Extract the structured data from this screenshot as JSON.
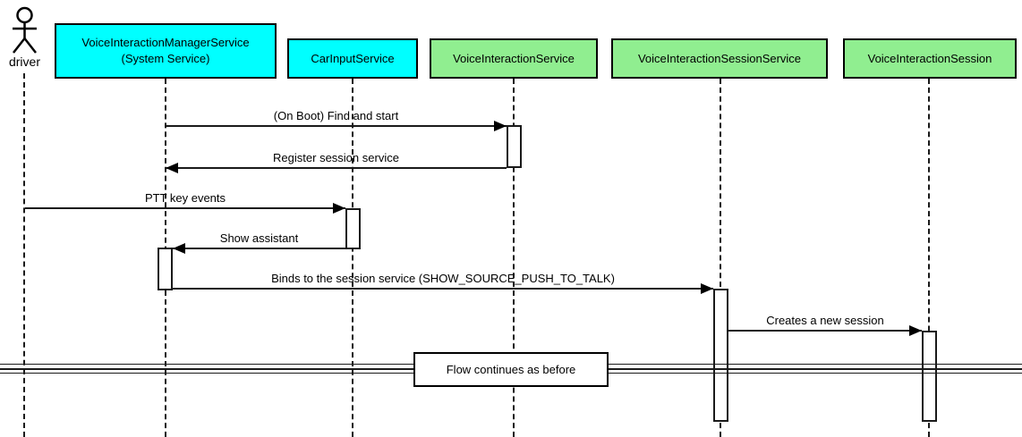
{
  "diagram_type": "uml-sequence",
  "actor": {
    "label": "driver"
  },
  "participants": [
    {
      "label": "VoiceInteractionManagerService\n(System Service)",
      "fill": "#00FFFF"
    },
    {
      "label": "CarInputService",
      "fill": "#00FFFF"
    },
    {
      "label": "VoiceInteractionService",
      "fill": "#90EE90"
    },
    {
      "label": "VoiceInteractionSessionService",
      "fill": "#90EE90"
    },
    {
      "label": "VoiceInteractionSession",
      "fill": "#90EE90"
    }
  ],
  "messages": [
    {
      "label": "(On Boot) Find and start",
      "from": "VoiceInteractionManagerService (System Service)",
      "to": "VoiceInteractionService",
      "direction": "right"
    },
    {
      "label": "Register session service",
      "from": "VoiceInteractionService",
      "to": "VoiceInteractionManagerService (System Service)",
      "direction": "left"
    },
    {
      "label": "PTT key events",
      "from": "driver",
      "to": "CarInputService",
      "direction": "right"
    },
    {
      "label": "Show assistant",
      "from": "CarInputService",
      "to": "VoiceInteractionManagerService (System Service)",
      "direction": "left"
    },
    {
      "label": "Binds to the session service (SHOW_SOURCE_PUSH_TO_TALK)",
      "from": "VoiceInteractionManagerService (System Service)",
      "to": "VoiceInteractionSessionService",
      "direction": "right"
    },
    {
      "label": "Creates a new session",
      "from": "VoiceInteractionSessionService",
      "to": "VoiceInteractionSession",
      "direction": "right"
    }
  ],
  "divider": {
    "label": "Flow continues as before"
  },
  "colors": {
    "participant_cyan": "#00FFFF",
    "participant_green": "#90EE90",
    "line": "#1a1a1a",
    "background": "#FFFFFF"
  }
}
